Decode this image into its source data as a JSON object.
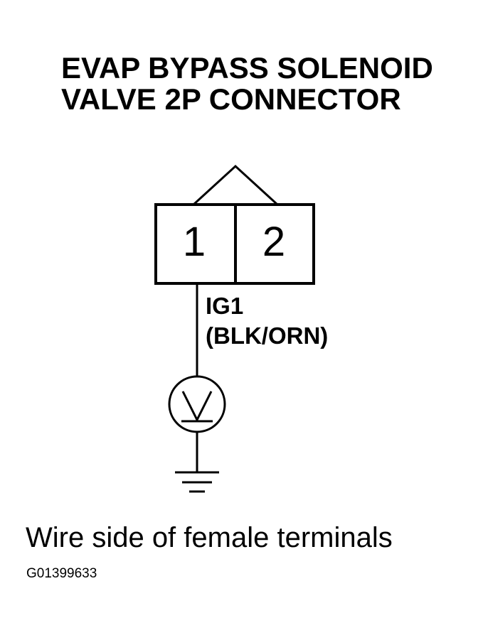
{
  "title": {
    "line1": "EVAP BYPASS SOLENOID",
    "line2": "VALVE 2P CONNECTOR"
  },
  "connector": {
    "terminals": [
      {
        "number": "1"
      },
      {
        "number": "2"
      }
    ]
  },
  "wire": {
    "circuit": "IG1",
    "color": "(BLK/ORN)"
  },
  "meter": {
    "icon": "voltmeter-icon"
  },
  "ground": {
    "icon": "ground-icon"
  },
  "caption": "Wire side of female terminals",
  "figure_code": "G01399633"
}
